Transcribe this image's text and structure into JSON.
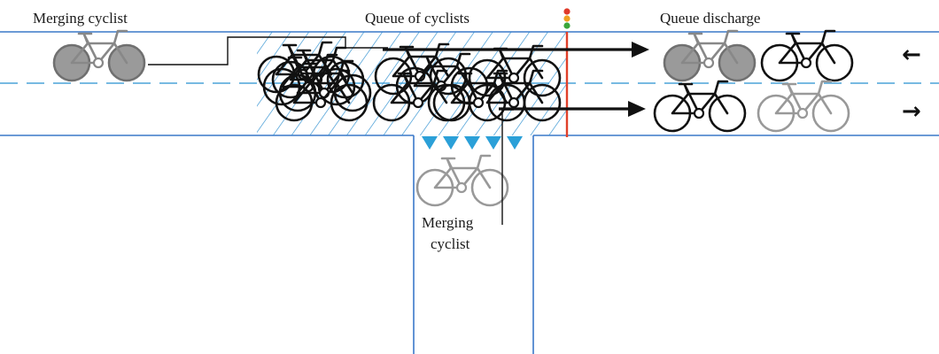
{
  "labels": {
    "merging_cyclist_top": "Merging cyclist",
    "queue_of_cyclists": "Queue of cyclists",
    "queue_discharge": "Queue discharge",
    "merging_cyclist_bottom_line1": "Merging",
    "merging_cyclist_bottom_line2": "cyclist"
  },
  "direction_arrows": {
    "upper_lane": "←",
    "lower_lane": "→"
  },
  "colors": {
    "road_edge": "#3a78c9",
    "lane_divider": "#4aa3d8",
    "queue_hatch": "#2d8fd0",
    "stop_line": "#e0402a",
    "yield_triangles": "#2ba0d8",
    "cyclist_black": "#111111",
    "cyclist_grey": "#999999",
    "cyclist_shaded_fill": "#9a9a9a",
    "signal_red": "#e03a2a",
    "signal_amber": "#f0a020",
    "signal_green": "#3aa63a"
  },
  "traffic_signal": [
    "red",
    "amber",
    "green"
  ],
  "icons": [
    "bicycle-icon",
    "arrow-left-icon",
    "arrow-right-icon",
    "yield-triangle-icon",
    "traffic-light-icon"
  ]
}
